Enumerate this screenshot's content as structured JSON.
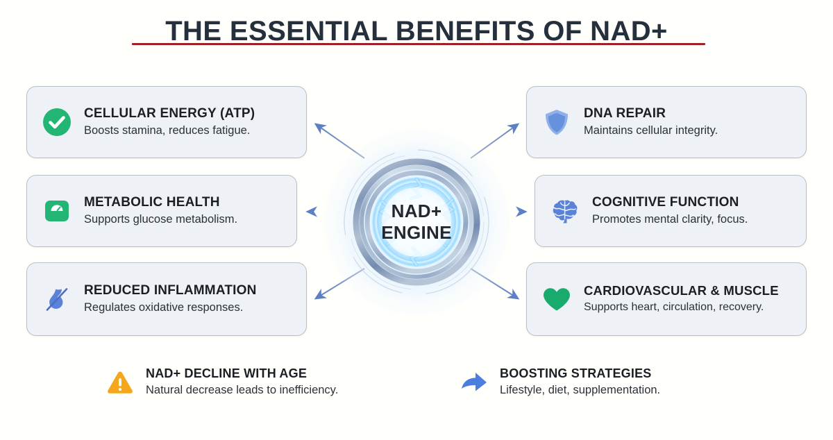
{
  "header": {
    "title": "THE ESSENTIAL BENEFITS OF NAD+",
    "underline_color": "#9e2028"
  },
  "center": {
    "icon": "nad-engine-core-icon",
    "label_line1": "NAD+",
    "label_line2": "ENGINE",
    "glow_color": "#8fd0ff",
    "ring_color": "#6f86a8"
  },
  "cards": {
    "left": [
      {
        "id": "cellular-energy",
        "icon": "check-circle-icon",
        "icon_color": "#22b573",
        "title": "CELLULAR ENERGY (ATP)",
        "desc": "Boosts stamina, reduces fatigue."
      },
      {
        "id": "metabolic-health",
        "icon": "weight-scale-icon",
        "icon_color": "#22b573",
        "title": "METABOLIC HEALTH",
        "desc": "Supports glucose metabolism."
      },
      {
        "id": "reduced-inflammation",
        "icon": "flame-slash-icon",
        "icon_color": "#5a82d8",
        "title": "REDUCED INFLAMMATION",
        "desc": "Regulates oxidative responses."
      }
    ],
    "right": [
      {
        "id": "dna-repair",
        "icon": "shield-icon",
        "icon_color": "#6691dd",
        "title": "DNA REPAIR",
        "desc": "Maintains cellular integrity."
      },
      {
        "id": "cognitive-function",
        "icon": "brain-icon",
        "icon_color": "#5a82d8",
        "title": "COGNITIVE FUNCTION",
        "desc": "Promotes mental clarity, focus."
      },
      {
        "id": "cardiovascular-muscle",
        "icon": "heart-icon",
        "icon_color": "#22b573",
        "title": "CARDIOVASCULAR & MUSCLE",
        "desc": "Supports heart, circulation, recovery."
      }
    ]
  },
  "footer": [
    {
      "id": "nad-decline",
      "icon": "warning-triangle-icon",
      "icon_color": "#f4a71d",
      "title": "NAD+ DECLINE WITH AGE",
      "desc": "Natural decrease leads to inefficiency."
    },
    {
      "id": "boosting-strategies",
      "icon": "curved-arrow-icon",
      "icon_color": "#4a7fe0",
      "title": "BOOSTING STRATEGIES",
      "desc": "Lifestyle, diet, supplementation."
    }
  ],
  "connectors": {
    "arrow_color": "#5d7fc4",
    "count": 6
  },
  "theme": {
    "background": "#fffffc",
    "card_background": "#eef1f5",
    "card_border": "#b9bfc8",
    "title_color": "#25303c",
    "text_color": "#1b1f24"
  }
}
